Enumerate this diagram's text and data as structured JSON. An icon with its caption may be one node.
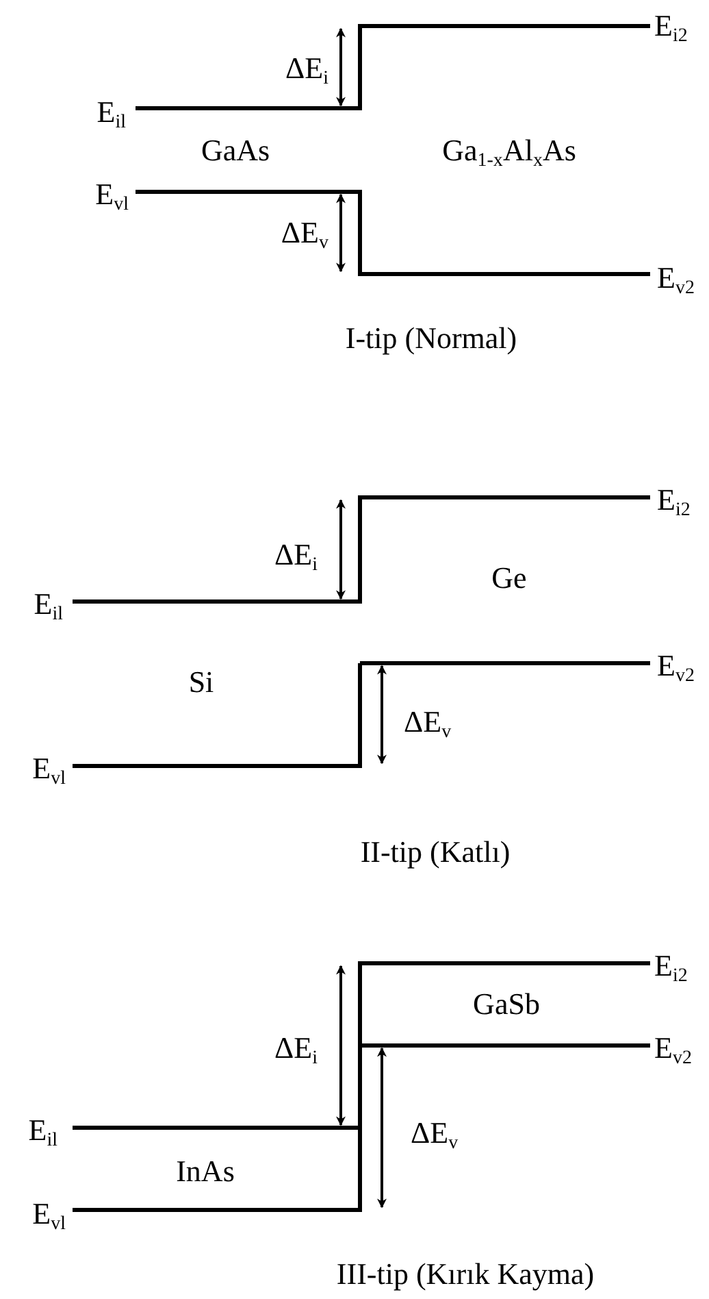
{
  "diagram": {
    "labels": [
      "E$_{i2}$",
      "ΔE$_{i}$",
      "E$_{il}$",
      "GaAs",
      "Ga$_{1-x}$Al$_{x}$As",
      "E$_{vl}$",
      "ΔE$_{v}$",
      "E$_{v2}$",
      "I-tip (Normal)",
      "E$_{i2}$",
      "ΔE$_{i}$",
      "Ge",
      "E$_{il}$",
      "E$_{v2}$",
      "Si",
      "ΔE$_{v}$",
      "E$_{vl}$",
      "II-tip (Katlı)",
      "E$_{i2}$",
      "GaSb",
      "ΔE$_{i}$",
      "E$_{v2}$",
      "E$_{il}$",
      "ΔE$_{v}$",
      "InAs",
      "E$_{vl}$",
      "III-tip (Kırık Kayma)"
    ]
  }
}
